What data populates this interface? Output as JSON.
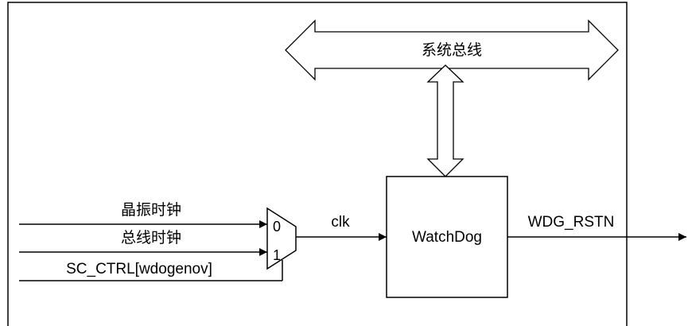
{
  "diagram": {
    "bus": {
      "label": "系统总线"
    },
    "block": {
      "label": "WatchDog"
    },
    "inputs": {
      "crystal_clock": "晶振时钟",
      "bus_clock": "总线时钟",
      "control": "SC_CTRL[wdogenov]"
    },
    "mux": {
      "input0": "0",
      "input1": "1"
    },
    "signals": {
      "clk": "clk",
      "output": "WDG_RSTN"
    }
  }
}
